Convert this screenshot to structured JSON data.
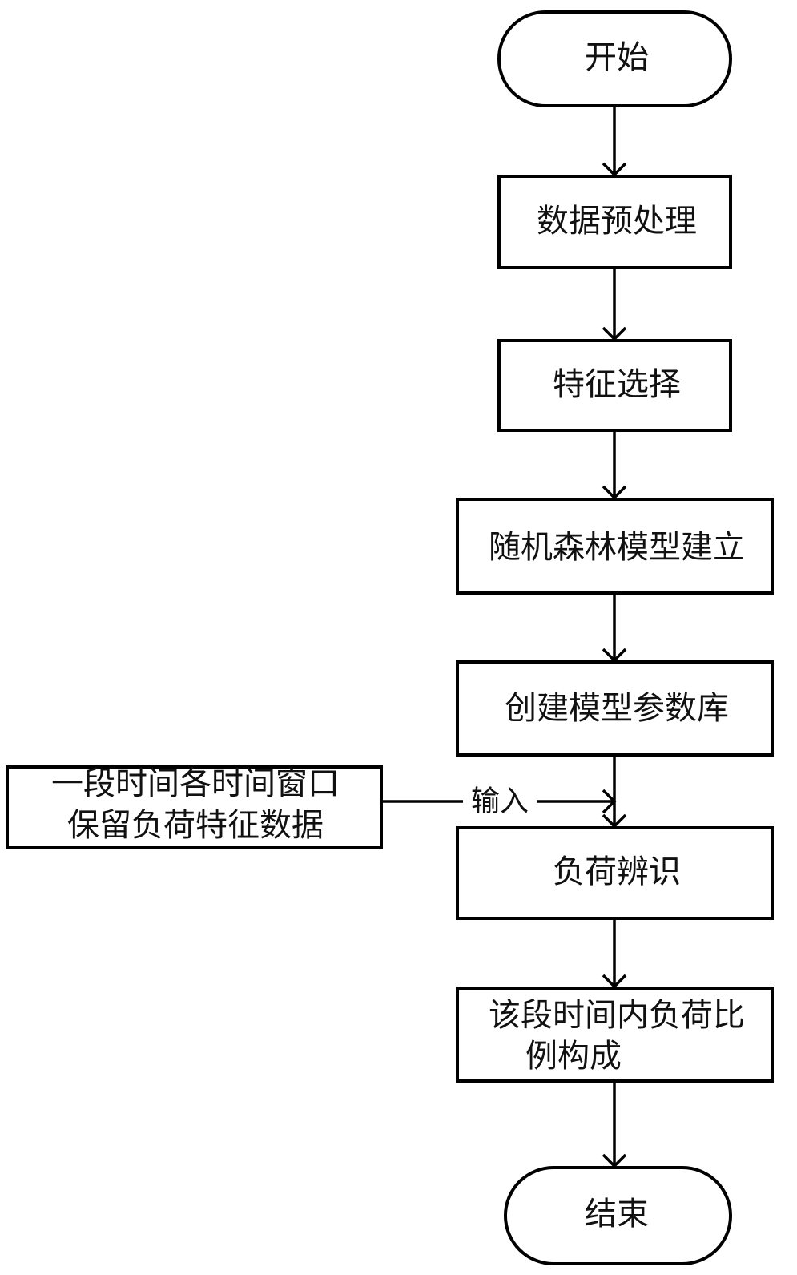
{
  "diagram": {
    "type": "flowchart",
    "nodes": {
      "start": {
        "shape": "terminal",
        "label": "开始"
      },
      "preprocess": {
        "shape": "process",
        "label": "数据预处理"
      },
      "feature_select": {
        "shape": "process",
        "label": "特征选择"
      },
      "rf_model": {
        "shape": "process",
        "label": "随机森林模型建立"
      },
      "param_db": {
        "shape": "process",
        "label": "创建模型参数库"
      },
      "input_data": {
        "shape": "process",
        "label_lines": [
          "一段时间各时间窗口",
          "保留负荷特征数据"
        ]
      },
      "load_identify": {
        "shape": "process",
        "label": "负荷辨识"
      },
      "load_ratio": {
        "shape": "process",
        "label_lines": [
          "该段时间内负荷比",
          "例构成"
        ]
      },
      "end": {
        "shape": "terminal",
        "label": "结束"
      }
    },
    "edges": [
      {
        "from": "start",
        "to": "preprocess",
        "label": ""
      },
      {
        "from": "preprocess",
        "to": "feature_select",
        "label": ""
      },
      {
        "from": "feature_select",
        "to": "rf_model",
        "label": ""
      },
      {
        "from": "rf_model",
        "to": "param_db",
        "label": ""
      },
      {
        "from": "param_db",
        "to": "load_identify",
        "label": ""
      },
      {
        "from": "input_data",
        "to": "load_identify",
        "label": "输入"
      },
      {
        "from": "load_identify",
        "to": "load_ratio",
        "label": ""
      },
      {
        "from": "load_ratio",
        "to": "end",
        "label": ""
      }
    ]
  }
}
